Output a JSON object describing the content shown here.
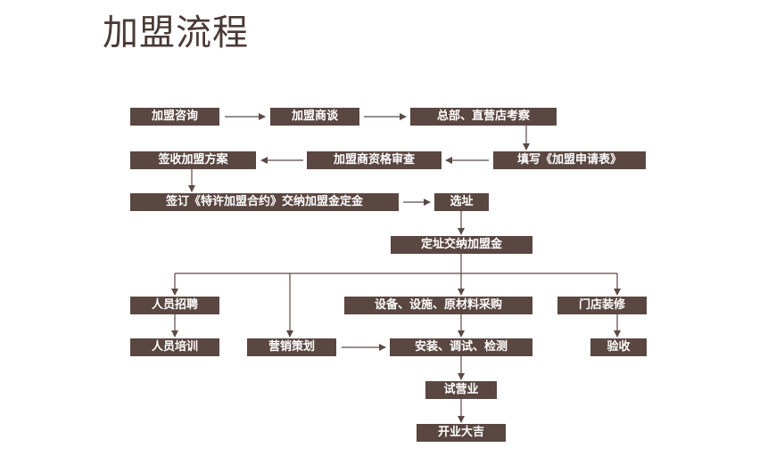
{
  "title": "加盟流程",
  "colors": {
    "box": "#5a4741",
    "line": "#5a4a46",
    "title": "#4a3a36"
  },
  "nodes": {
    "consult": "加盟咨询",
    "negotiate": "加盟商谈",
    "inspect": "总部、直营店考察",
    "fill_form": "填写《加盟申请表》",
    "review": "加盟商资格审查",
    "sign_plan": "签收加盟方案",
    "contract": "签订《特许加盟合约》交纳加盟金定金",
    "site": "选址",
    "site_fee": "定址交纳加盟金",
    "recruit": "人员招聘",
    "training": "人员培训",
    "marketing": "营销策划",
    "purchase": "设备、设施、原材料采购",
    "install": "安装、调试、检测",
    "decoration": "门店装修",
    "acceptance": "验收",
    "trial": "试营业",
    "opening": "开业大吉"
  }
}
